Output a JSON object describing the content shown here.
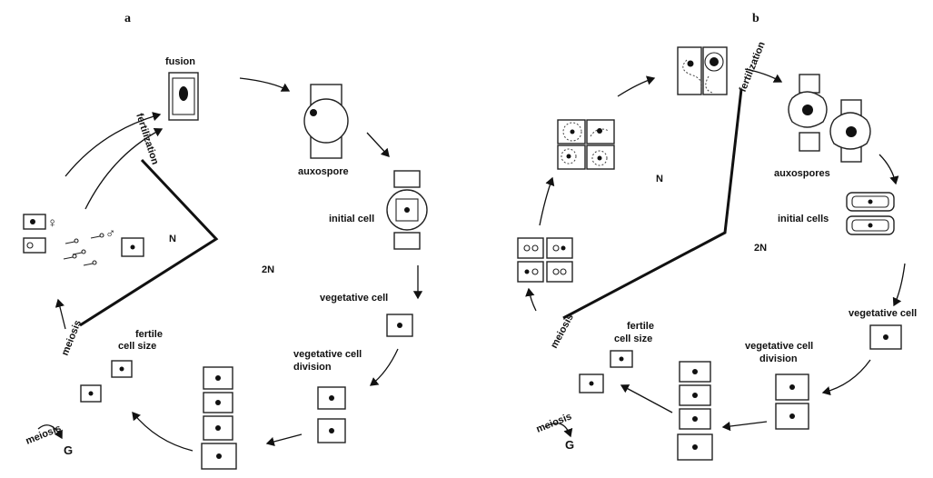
{
  "panels": [
    {
      "letter": "a",
      "labels": {
        "fusion": "fusion",
        "fertilization": "fertilization",
        "auxospore": "auxospore",
        "initial_cell": "initial cell",
        "vegetative_cell": "vegetative cell",
        "vegetative_cell_division_1": "vegetative cell",
        "vegetative_cell_division_2": "division",
        "fertile_cell_size_1": "fertile",
        "fertile_cell_size_2": "cell size",
        "meiosis_diag": "meiosis",
        "meiosis_bottom": "meiosis",
        "g": "G",
        "n": "N",
        "two_n": "2N",
        "female": "♀",
        "male": "♂"
      }
    },
    {
      "letter": "b",
      "labels": {
        "fertilization": "fertilization",
        "auxospores": "auxospores",
        "initial_cells": "initial cells",
        "vegetative_cell": "vegetative cell",
        "vegetative_cell_division_1": "vegetative cell",
        "vegetative_cell_division_2": "division",
        "fertile_cell_size_1": "fertile",
        "fertile_cell_size_2": "cell size",
        "meiosis_diag": "meiosis",
        "meiosis_bottom": "meiosis",
        "g": "G",
        "n": "N",
        "two_n": "2N"
      }
    }
  ]
}
